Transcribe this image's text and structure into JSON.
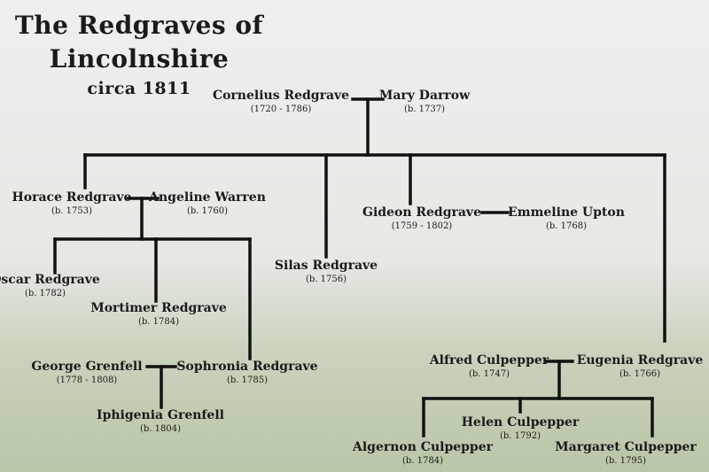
{
  "title": {
    "line1": "The Redgraves of",
    "line2": "Lincolnshire",
    "subtitle": "circa 1811"
  },
  "people": {
    "cornelius": {
      "name": "Cornelius Redgrave",
      "dates": "(1720 - 1786)"
    },
    "mary": {
      "name": "Mary Darrow",
      "dates": "(b. 1737)"
    },
    "horace": {
      "name": "Horace Redgrave",
      "dates": "(b. 1753)"
    },
    "angeline": {
      "name": "Angeline Warren",
      "dates": "(b. 1760)"
    },
    "gideon": {
      "name": "Gideon Redgrave",
      "dates": "(1759 - 1802)"
    },
    "emmeline": {
      "name": "Emmeline Upton",
      "dates": "(b. 1768)"
    },
    "silas": {
      "name": "Silas Redgrave",
      "dates": "(b. 1756)"
    },
    "oscar": {
      "name": "Oscar Redgrave",
      "dates": "(b. 1782)"
    },
    "mortimer": {
      "name": "Mortimer Redgrave",
      "dates": "(b. 1784)"
    },
    "george": {
      "name": "George Grenfell",
      "dates": "(1778 - 1808)"
    },
    "sophronia": {
      "name": "Sophronia Redgrave",
      "dates": "(b. 1785)"
    },
    "iphigenia": {
      "name": "Iphigenia Grenfell",
      "dates": "(b. 1804)"
    },
    "alfred": {
      "name": "Alfred Culpepper",
      "dates": "(b. 1747)"
    },
    "eugenia": {
      "name": "Eugenia Redgrave",
      "dates": "(b. 1766)"
    },
    "helen": {
      "name": "Helen Culpepper",
      "dates": "(b. 1792)"
    },
    "algernon": {
      "name": "Algernon Culpepper",
      "dates": "(b. 1784)"
    },
    "margaret": {
      "name": "Margaret Culpepper",
      "dates": "(b. 1795)"
    }
  },
  "colors": {
    "line": "#111111",
    "text": "#1a1a1a"
  }
}
